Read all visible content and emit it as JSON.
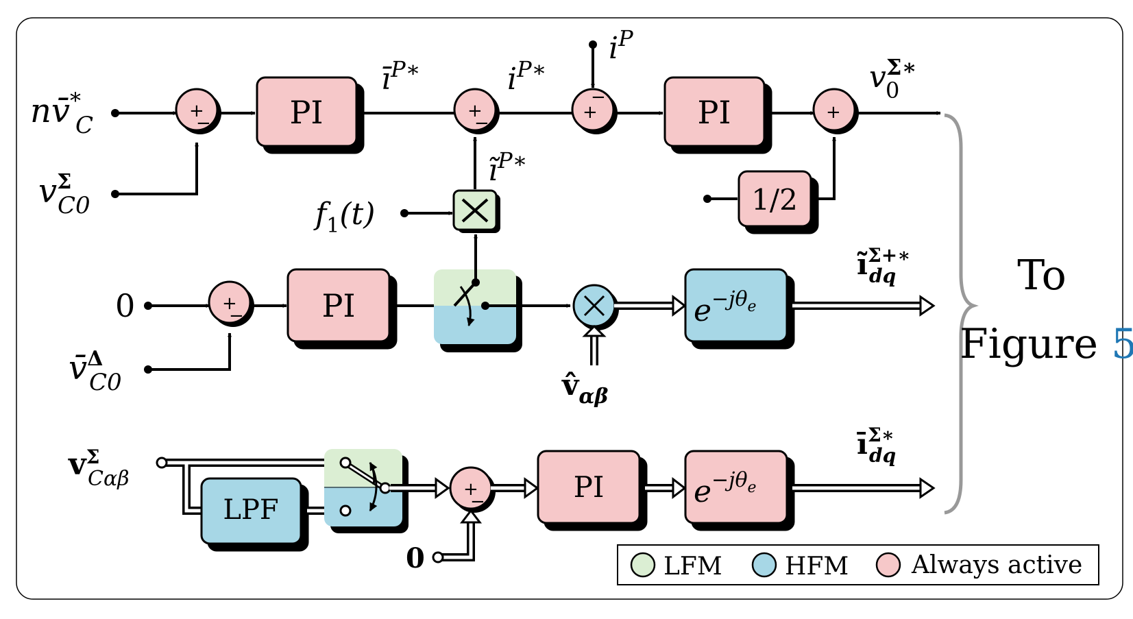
{
  "colors": {
    "always_active": "#f6c8c9",
    "lfm": "#dbeed3",
    "hfm": "#a7d7e6",
    "accent_link": "#1f77b4",
    "bracket": "#999999"
  },
  "blocks": {
    "pi_top_1": "PI",
    "pi_top_2": "PI",
    "half": "1/2",
    "pi_mid": "PI",
    "exp_mid": "e",
    "exp_mid_sup": "−jθ",
    "exp_mid_sub": "e",
    "lpf": "LPF",
    "pi_bot": "PI",
    "exp_bot": "e",
    "exp_bot_sup": "−jθ",
    "exp_bot_sub": "e"
  },
  "signals": {
    "n_vc_star": {
      "base": "nv̄",
      "sup": "*",
      "sub": "C"
    },
    "v_c0_sigma": {
      "base": "v",
      "sup": "Σ",
      "sub": "C0"
    },
    "i_bar_p_star": {
      "base": "ī",
      "sup": "P∗"
    },
    "i_p_star": {
      "base": "i",
      "sup": "P∗"
    },
    "i_p": {
      "base": "i",
      "sup": "P"
    },
    "v0_sigma_star": {
      "base": "v",
      "sup": "Σ∗",
      "sub": "0"
    },
    "i_tilde_p_star": {
      "base": "ĩ",
      "sup": "P∗"
    },
    "f1t": {
      "base": "f",
      "sub": "1",
      "tail": "(t)"
    },
    "zero_mid": "0",
    "v_bar_c0_delta": {
      "base": "v̄",
      "sup": "Δ",
      "sub": "C0"
    },
    "v_hat_ab": {
      "base": "v̂",
      "sub": "αβ"
    },
    "i_tilde_dq": {
      "base": "ĩ",
      "sup": "Σ+∗",
      "sub": "dq"
    },
    "v_c_ab_sigma": {
      "base": "v",
      "sup": "Σ",
      "sub": "Cαβ"
    },
    "zero_bot": "0",
    "i_bar_dq": {
      "base": "ī",
      "sup": "Σ∗",
      "sub": "dq"
    }
  },
  "sum_signs": {
    "plus": "+",
    "minus": "−"
  },
  "to_figure": {
    "line1": "To",
    "line2": "Figure",
    "ref": "5"
  },
  "legend": {
    "lfm": "LFM",
    "hfm": "HFM",
    "always": "Always active"
  }
}
